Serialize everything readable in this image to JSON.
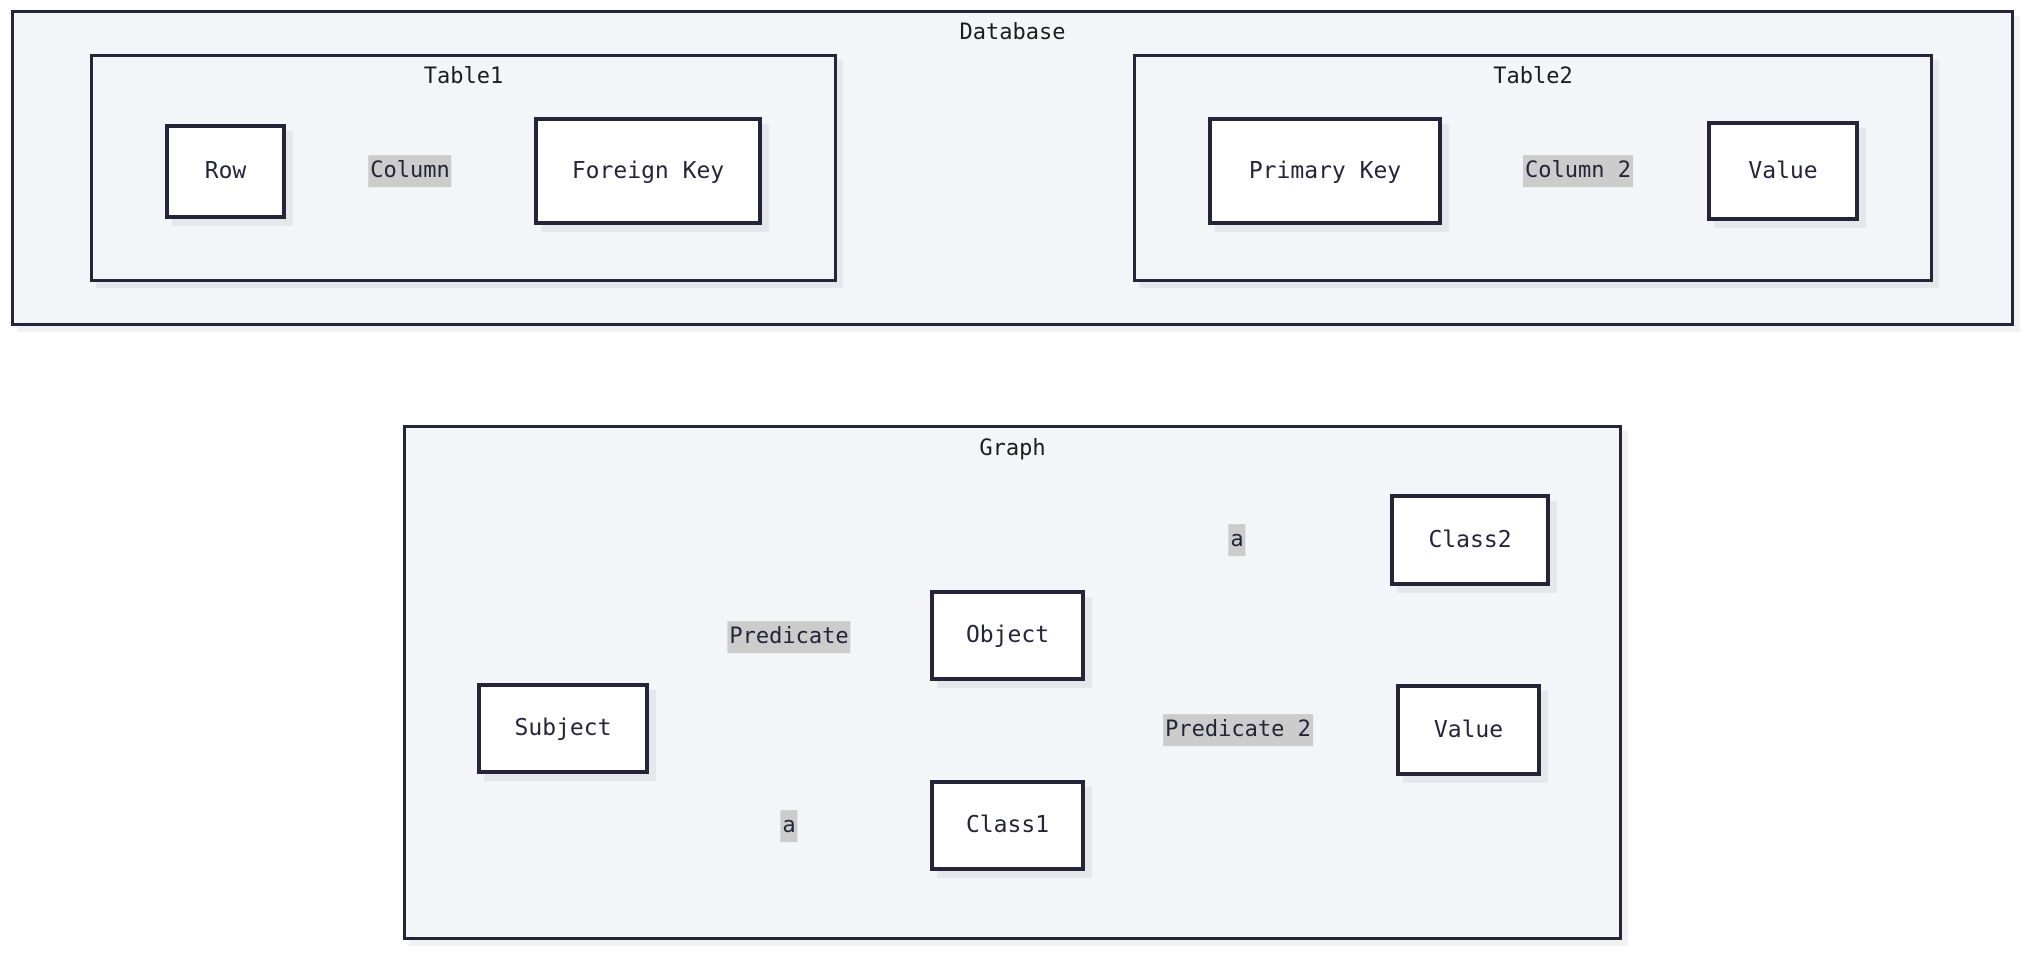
{
  "diagram": {
    "type": "flowchart",
    "title_db": "Database",
    "title_graph": "Graph",
    "background": "#ffffff",
    "cluster_fill": "#f4f5f9",
    "node_fill": "#ffffff",
    "stroke": "#252438",
    "edge_label_bg": "#cccccc",
    "edge_color": "#000000"
  },
  "database": {
    "label": "Database",
    "tables": [
      {
        "label": "Table1",
        "nodes": [
          {
            "id": "row",
            "label": "Row"
          },
          {
            "id": "fk",
            "label": "Foreign Key"
          }
        ],
        "edges": [
          {
            "from": "Row",
            "to": "Foreign Key",
            "label": "Column",
            "style": "solid"
          }
        ]
      },
      {
        "label": "Table2",
        "nodes": [
          {
            "id": "pk",
            "label": "Primary Key"
          },
          {
            "id": "val",
            "label": "Value"
          }
        ],
        "edges": [
          {
            "from": "Primary Key",
            "to": "Value",
            "label": "Column 2",
            "style": "solid"
          }
        ]
      }
    ],
    "cross_table_edge": {
      "from": "Foreign Key",
      "to": "Primary Key",
      "label": "",
      "style": "dotted"
    }
  },
  "graph": {
    "label": "Graph",
    "nodes": [
      {
        "id": "subject",
        "label": "Subject"
      },
      {
        "id": "object",
        "label": "Object"
      },
      {
        "id": "class1",
        "label": "Class1"
      },
      {
        "id": "class2",
        "label": "Class2"
      },
      {
        "id": "value",
        "label": "Value"
      }
    ],
    "edges": [
      {
        "from": "Subject",
        "to": "Object",
        "label": "Predicate",
        "style": "solid"
      },
      {
        "from": "Subject",
        "to": "Class1",
        "label": "a",
        "style": "solid"
      },
      {
        "from": "Object",
        "to": "Class2",
        "label": "a",
        "style": "solid"
      },
      {
        "from": "Object",
        "to": "Value",
        "label": "Predicate 2",
        "style": "solid"
      }
    ]
  }
}
